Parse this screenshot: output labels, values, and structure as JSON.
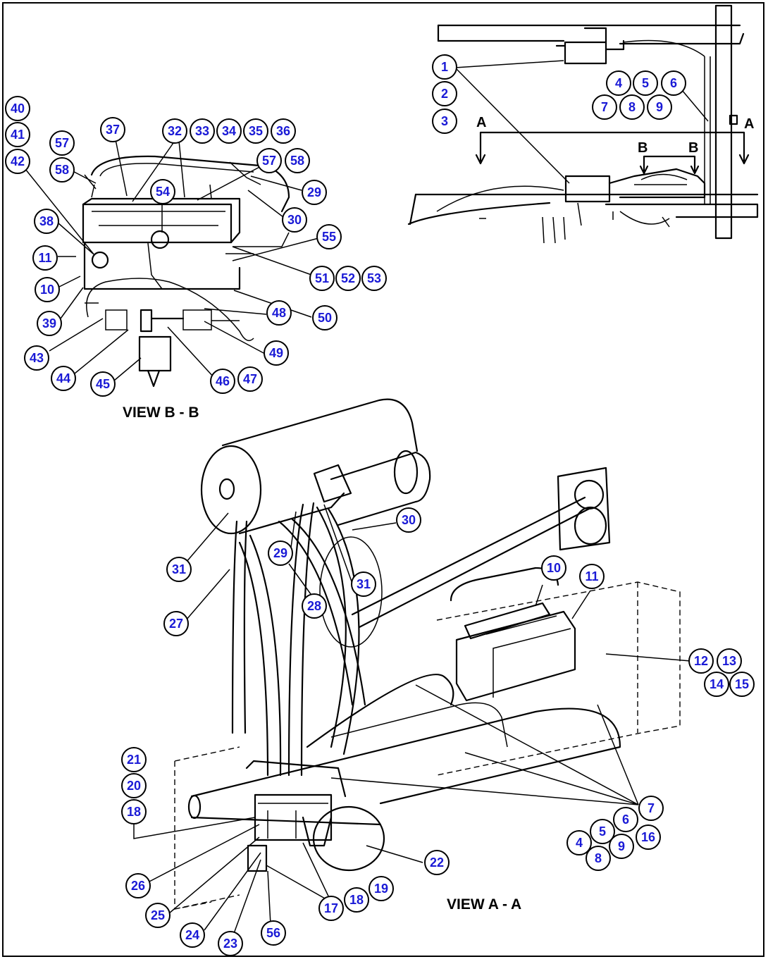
{
  "views": {
    "view_b": "VIEW B - B",
    "view_a": "VIEW A - A"
  },
  "section_marks": {
    "a_left": "A",
    "a_right": "A",
    "b_left": "B",
    "b_right": "B"
  },
  "callouts": [
    "1",
    "2",
    "3",
    "4",
    "5",
    "6",
    "7",
    "8",
    "9",
    "40",
    "41",
    "42",
    "57",
    "58",
    "38",
    "11",
    "10",
    "39",
    "43",
    "44",
    "45",
    "37",
    "32",
    "33",
    "34",
    "35",
    "36",
    "57",
    "58",
    "54",
    "29",
    "30",
    "55",
    "51",
    "52",
    "53",
    "48",
    "50",
    "49",
    "46",
    "47",
    "30",
    "29",
    "31",
    "31",
    "27",
    "28",
    "10",
    "11",
    "12",
    "13",
    "14",
    "15",
    "21",
    "20",
    "18",
    "7",
    "6",
    "5",
    "16",
    "4",
    "9",
    "8",
    "22",
    "26",
    "25",
    "24",
    "23",
    "56",
    "17",
    "18",
    "19"
  ],
  "colors": {
    "callout_fill": "#ffffff",
    "callout_text": "#1a1ad6",
    "line": "#000000"
  }
}
